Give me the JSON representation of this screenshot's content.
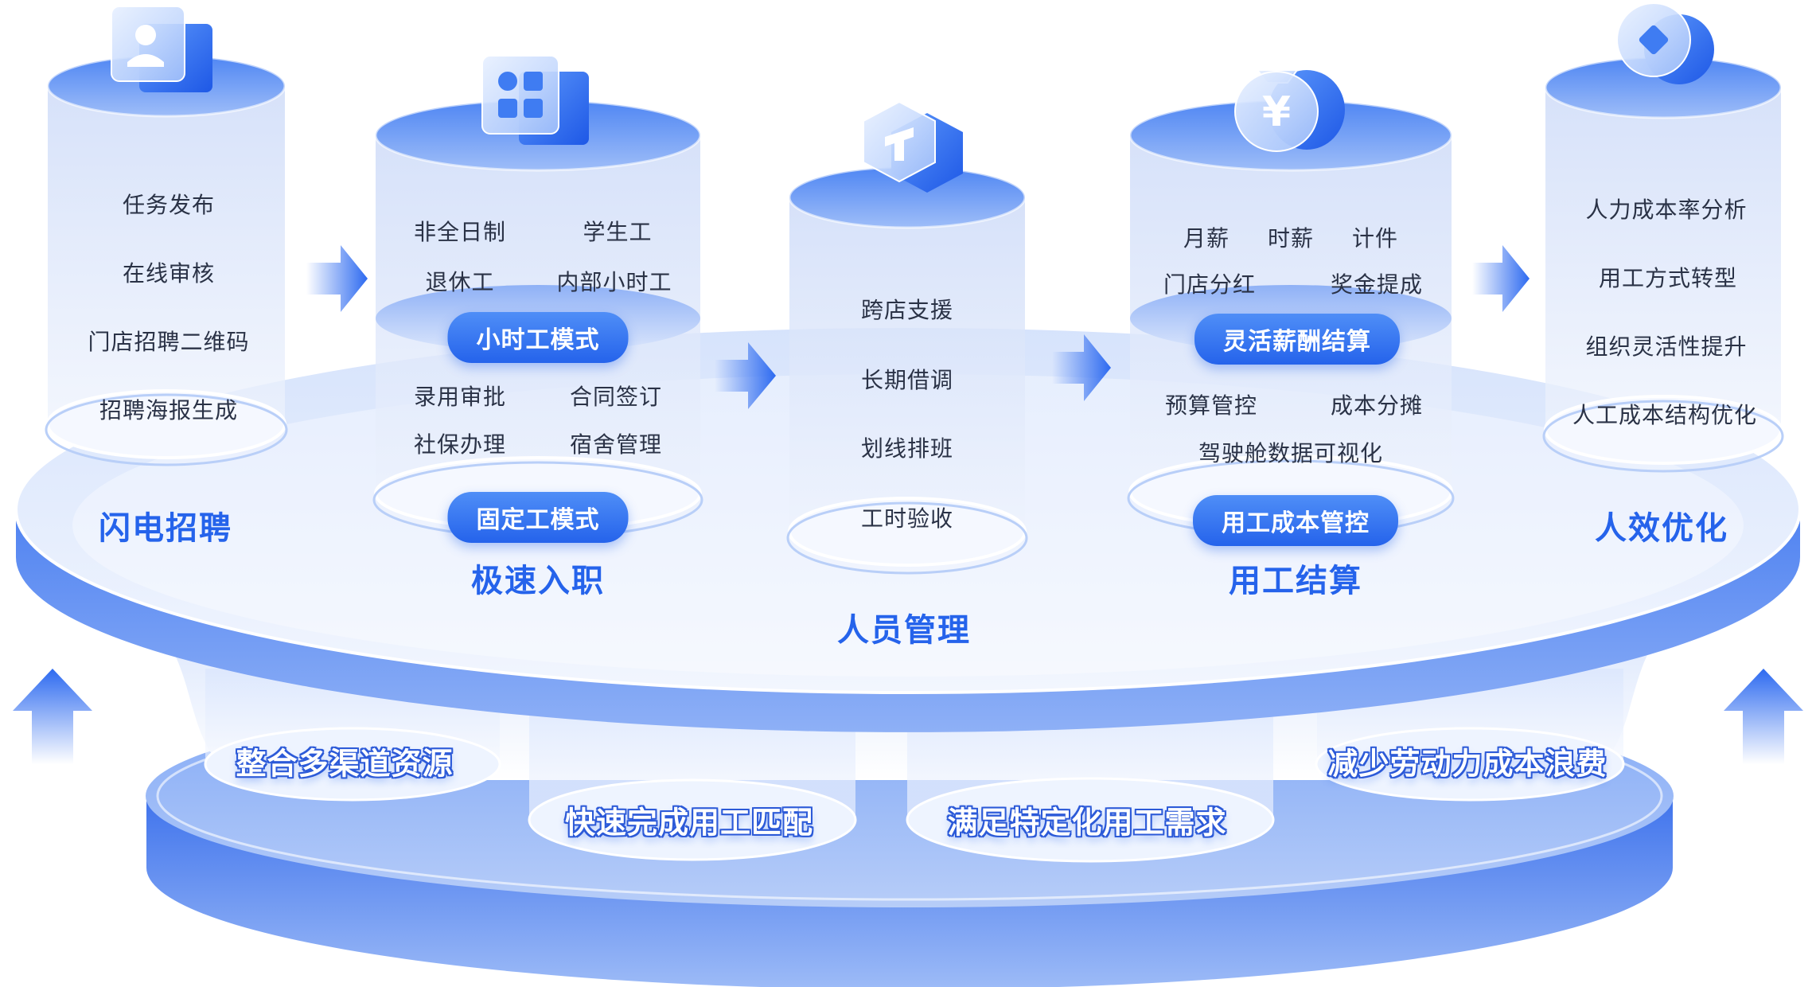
{
  "colors": {
    "accent": "#2563eb",
    "accent_light": "#5b93f8",
    "platform_top": "#e8effd",
    "platform_side": "#4d7ff0",
    "text_dark": "#2a3246",
    "white": "#ffffff"
  },
  "modules": [
    {
      "title": "闪电招聘",
      "icon": "id-card-icon",
      "items": [
        "任务发布",
        "在线审核",
        "门店招聘二维码",
        "招聘海报生成"
      ]
    },
    {
      "title": "极速入职",
      "icon": "app-grid-icon",
      "group1": [
        "非全日制",
        "学生工",
        "退休工",
        "内部小时工"
      ],
      "tag1": "小时工模式",
      "group2": [
        "录用审批",
        "合同签订",
        "社保办理",
        "宿舍管理"
      ],
      "tag2": "固定工模式"
    },
    {
      "title": "人员管理",
      "icon": "hexagon-tool-icon",
      "items": [
        "跨店支援",
        "长期借调",
        "划线排班",
        "工时验收"
      ]
    },
    {
      "title": "用工结算",
      "icon": "money-bag-icon",
      "group1": [
        "月薪",
        "时薪",
        "计件",
        "门店分红",
        "奖金提成"
      ],
      "tag1": "灵活薪酬结算",
      "group2": [
        "预算管控",
        "成本分摊",
        "驾驶舱数据可视化"
      ],
      "tag2": "用工成本管控"
    },
    {
      "title": "人效优化",
      "icon": "coin-icon",
      "items": [
        "人力成本率分析",
        "用工方式转型",
        "组织灵活性提升",
        "人工成本结构优化"
      ]
    }
  ],
  "base_labels": [
    "整合多渠道资源",
    "快速完成用工匹配",
    "满足特定化用工需求",
    "减少劳动力成本浪费"
  ],
  "arrows": [
    "right-arrow-icon",
    "right-arrow-icon",
    "right-arrow-icon",
    "right-arrow-icon"
  ],
  "up_arrows": [
    "up-arrow-icon",
    "up-arrow-icon"
  ]
}
